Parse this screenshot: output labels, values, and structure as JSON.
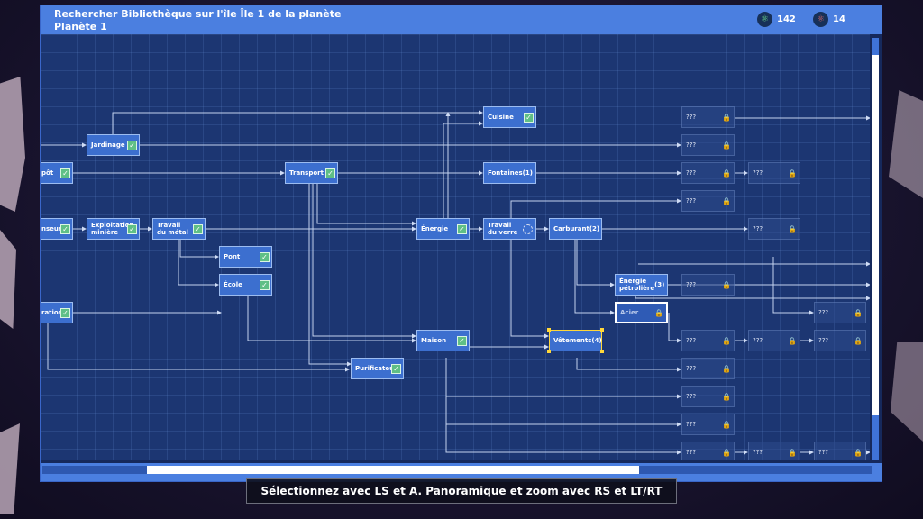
{
  "header": {
    "title_line1": "Rechercher Bibliothèque sur l'île Île 1 de la planète",
    "title_line2": "Planète 1",
    "resources": [
      {
        "icon": "green-research-icon",
        "value": "142",
        "color": "#6ee08e"
      },
      {
        "icon": "red-research-icon",
        "value": "14",
        "color": "#e06a6a"
      }
    ]
  },
  "tree": {
    "tick_glyph": "✓",
    "lock_glyph": "🔒",
    "nodes": {
      "jardinage": {
        "label": "Jardinage"
      },
      "depot": {
        "label": "pôt"
      },
      "transport": {
        "label": "Transport"
      },
      "cuisine": {
        "label": "Cuisine"
      },
      "fontaines": {
        "label": "Fontaines",
        "count": "(1)"
      },
      "chasseur": {
        "label": "nseur"
      },
      "exploitation": {
        "label": "Exploitation minière"
      },
      "travail_metal": {
        "label": "Travail du métal"
      },
      "energie": {
        "label": "Énergie"
      },
      "travail_verre": {
        "label": "Travail du verre"
      },
      "carburant": {
        "label": "Carburant",
        "count": "(2)"
      },
      "pont": {
        "label": "Pont"
      },
      "ecole": {
        "label": "École"
      },
      "energie_petroliere": {
        "label": "Énergie pétrolière",
        "count": "(3)"
      },
      "acier": {
        "label": "Acier"
      },
      "ration": {
        "label": "ration"
      },
      "maison": {
        "label": "Maison"
      },
      "vetements": {
        "label": "Vêtements",
        "count": "(4)"
      },
      "purificateur": {
        "label": "Purificateur"
      }
    },
    "locked_label": "???"
  },
  "footer": {
    "hint": "Sélectionnez avec LS et A. Panoramique et zoom avec RS et LT/RT"
  },
  "colors": {
    "panel": "#4b7fe0",
    "grid_bg": "#1c3672",
    "node": "#3c6fcf",
    "check": "#5fbf86",
    "selection": "#ffd73a"
  }
}
